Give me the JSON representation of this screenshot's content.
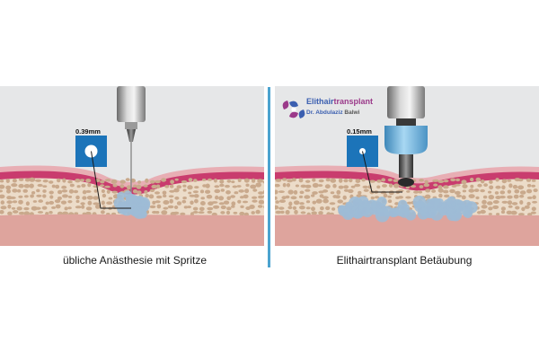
{
  "left_panel": {
    "caption": "übliche Anästhesie mit Spritze",
    "size_label": "0.39mm"
  },
  "right_panel": {
    "caption": "Elithairtransplant Betäubung",
    "size_label": "0.15mm"
  },
  "logo": {
    "name_part1": "Elithair",
    "name_part2": "transplant",
    "subtitle_part1": "Dr. Abdulaziz",
    "subtitle_part2": "Balwi"
  },
  "colors": {
    "sky": "#e6e7e8",
    "skin_pink": "#e8aeb4",
    "skin_magenta": "#c93c6e",
    "fat_base": "#ecdcc9",
    "fat_cell": "#c9a98c",
    "dermis": "#dea49d",
    "anesthetic": "#9dbbd6",
    "needle_blue": "#1c74b9",
    "accent": "#4ba3cf"
  }
}
